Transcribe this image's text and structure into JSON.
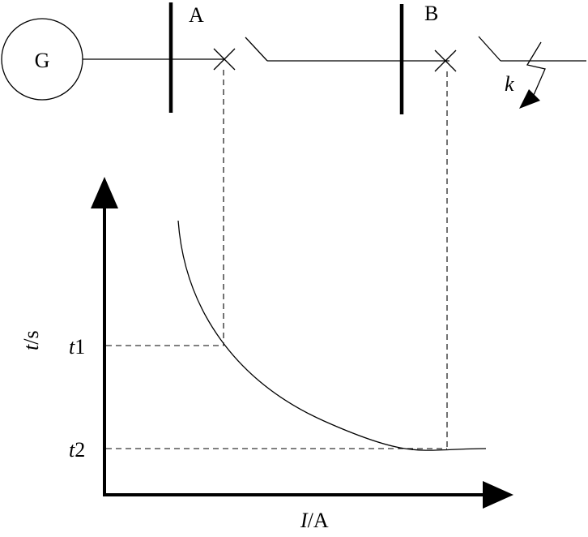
{
  "generator": {
    "label": "G"
  },
  "bus_a": {
    "label": "A"
  },
  "bus_b": {
    "label": "B"
  },
  "fault": {
    "label": "k"
  },
  "axes": {
    "y_var": "t",
    "y_unit": "/s",
    "x_var": "I",
    "x_unit": "/A",
    "tick_t1_var": "t",
    "tick_t1_num": "1",
    "tick_t2_var": "t",
    "tick_t2_num": "2"
  }
}
